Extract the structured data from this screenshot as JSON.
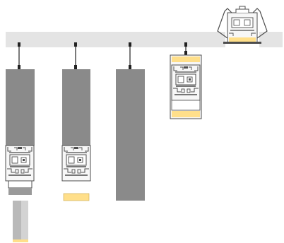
{
  "diagram": {
    "colors": {
      "background": "#ffffff",
      "ceiling": "#e4e4e4",
      "pendant_housing": "#8a8a8a",
      "profile_outline": "#4d4d4d",
      "profile_fill": "#f7f7f7",
      "diffuser_light": "#ffdf8a",
      "suspension_cable": "#222222",
      "extension_tube": "#b9b9b9"
    },
    "installations": [
      {
        "name": "pendant-with-profile-and-extension",
        "mounting": "suspended",
        "light_bottom": true,
        "light_top": false
      },
      {
        "name": "pendant-with-profile",
        "mounting": "suspended",
        "light_bottom": true,
        "light_top": false
      },
      {
        "name": "pendant-housing",
        "mounting": "suspended",
        "light_bottom": false,
        "light_top": false
      },
      {
        "name": "suspended-profile-up-down",
        "mounting": "suspended",
        "light_bottom": true,
        "light_top": true
      },
      {
        "name": "recessed-profile",
        "mounting": "recessed",
        "light_bottom": true,
        "light_top": false
      }
    ]
  }
}
